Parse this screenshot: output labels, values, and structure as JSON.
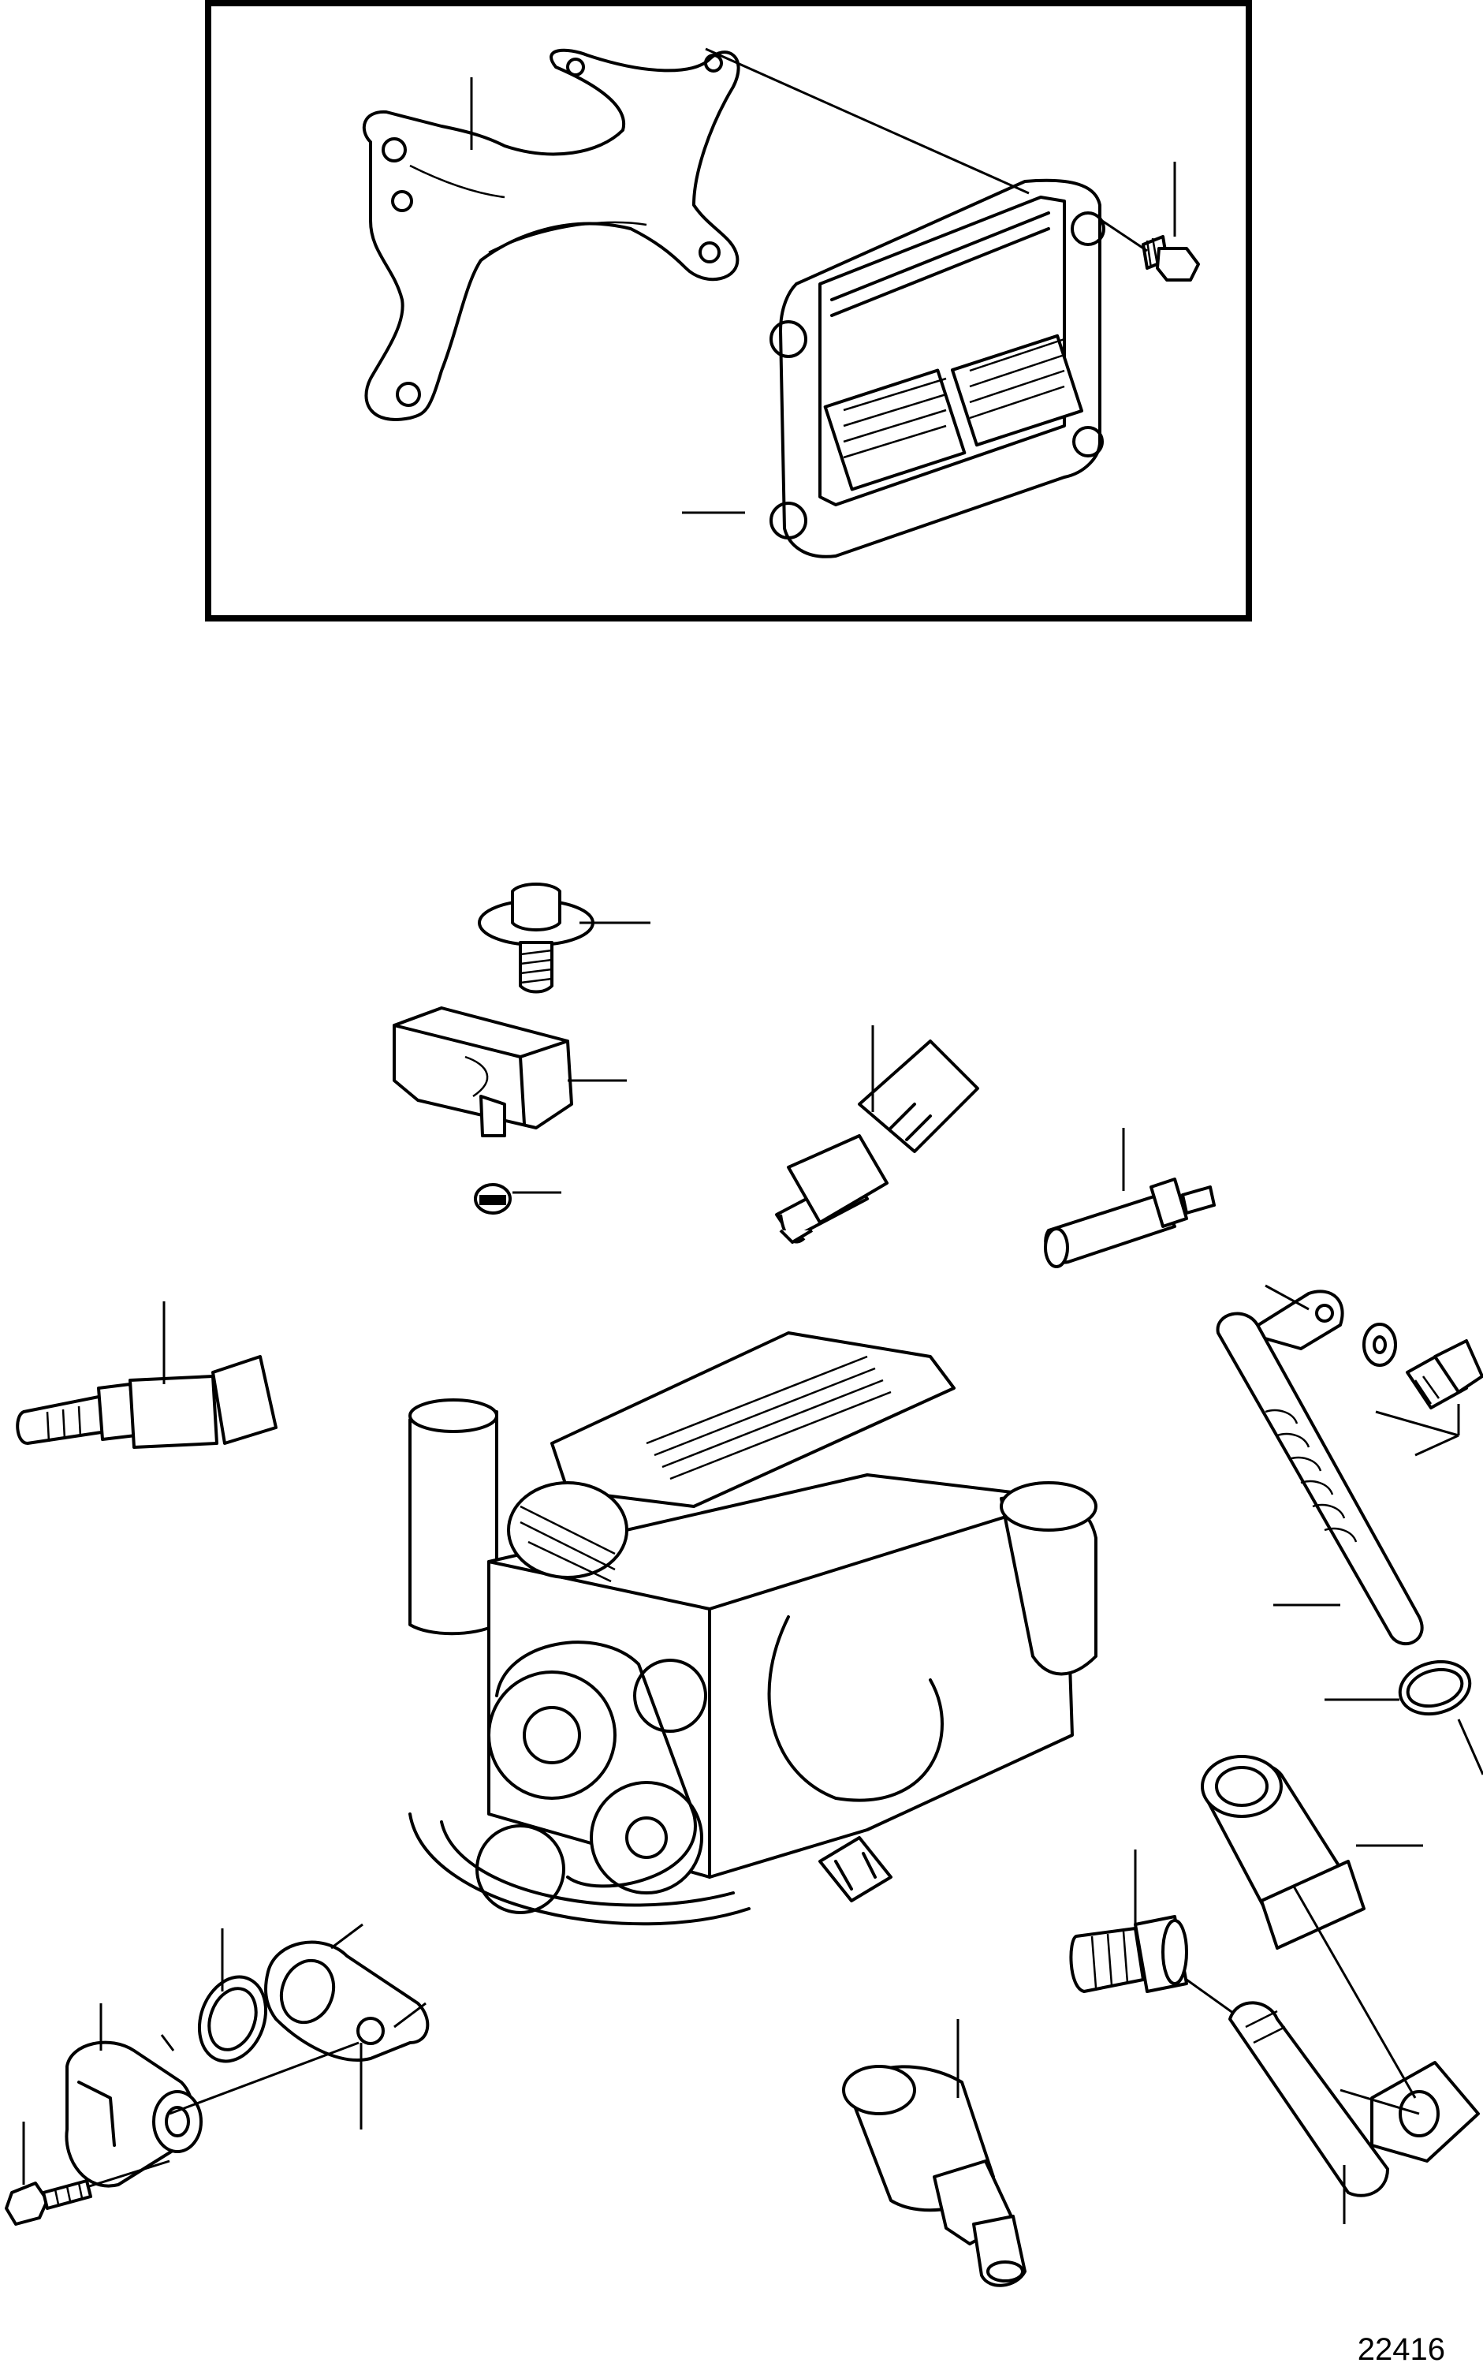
{
  "figure": {
    "number": "22416"
  },
  "parts": [
    {
      "id": "ecu-mounting-bracket",
      "icon": "bracket-icon"
    },
    {
      "id": "ecu-control-module",
      "icon": "control-module-icon"
    },
    {
      "id": "ecu-screw",
      "icon": "screw-icon"
    },
    {
      "id": "flange-bolt",
      "icon": "bolt-icon"
    },
    {
      "id": "map-sensor",
      "icon": "pressure-sensor-icon"
    },
    {
      "id": "map-sensor-screw",
      "icon": "screw-icon"
    },
    {
      "id": "temperature-sensor-large",
      "icon": "temperature-sensor-icon"
    },
    {
      "id": "temperature-sender-small",
      "icon": "temperature-sender-icon"
    },
    {
      "id": "temperature-sensor-left",
      "icon": "temperature-sensor-icon"
    },
    {
      "id": "engine-assembly",
      "icon": "engine-icon"
    },
    {
      "id": "knock-sensor-bracket",
      "icon": "bracket-icon"
    },
    {
      "id": "washer",
      "icon": "washer-icon"
    },
    {
      "id": "bolt-right",
      "icon": "bolt-icon"
    },
    {
      "id": "knock-sensor-rod",
      "icon": "knock-sensor-icon"
    },
    {
      "id": "o-ring-right",
      "icon": "o-ring-icon"
    },
    {
      "id": "oil-pressure-sensor",
      "icon": "pressure-sensor-icon"
    },
    {
      "id": "adapter-nipple",
      "icon": "nipple-icon"
    },
    {
      "id": "banjo-fitting",
      "icon": "fitting-icon"
    },
    {
      "id": "oil-pressure-switch",
      "icon": "pressure-switch-icon"
    },
    {
      "id": "camshaft-sensor",
      "icon": "position-sensor-icon"
    },
    {
      "id": "o-ring-left",
      "icon": "o-ring-icon"
    },
    {
      "id": "gasket",
      "icon": "gasket-icon"
    },
    {
      "id": "sensor-bolt",
      "icon": "bolt-icon"
    }
  ]
}
